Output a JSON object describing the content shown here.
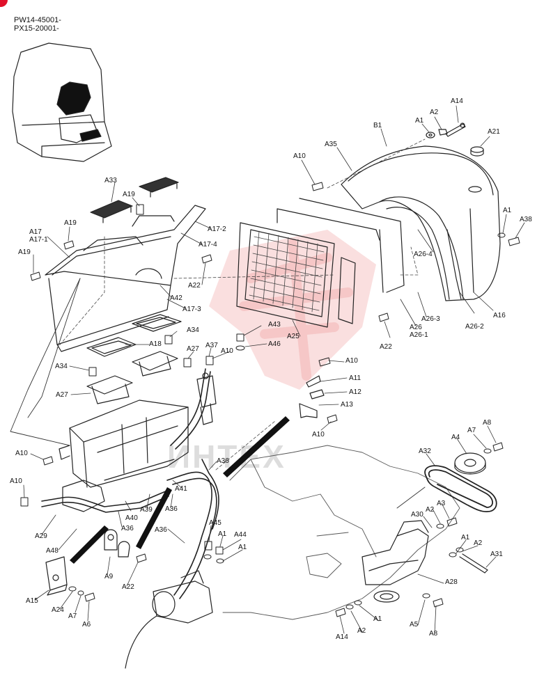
{
  "header": {
    "serials": [
      "PW14-45001-",
      "PX15-20001-"
    ]
  },
  "watermark": {
    "text": "ИНТЕХ",
    "color": "#f4b8b8"
  },
  "accent": "#e0102a",
  "labels": {
    "B1": "B1",
    "A1": "A1",
    "A2": "A2",
    "A3": "A3",
    "A4": "A4",
    "A5": "A5",
    "A6": "A6",
    "A7": "A7",
    "A8": "A8",
    "A9": "A9",
    "A10": "A10",
    "A11": "A11",
    "A12": "A12",
    "A13": "A13",
    "A14": "A14",
    "A15": "A15",
    "A16": "A16",
    "A17": "A17",
    "A17_1": "A17-1",
    "A17_2": "A17-2",
    "A17_3": "A17-3",
    "A17_4": "A17-4",
    "A18": "A18",
    "A19": "A19",
    "A21": "A21",
    "A22": "A22",
    "A24": "A24",
    "A25": "A25",
    "A26": "A26",
    "A26_1": "A26-1",
    "A26_2": "A26-2",
    "A26_3": "A26-3",
    "A26_4": "A26-4",
    "A27": "A27",
    "A28": "A28",
    "A29": "A29",
    "A30": "A30",
    "A31": "A31",
    "A32": "A32",
    "A33": "A33",
    "A34": "A34",
    "A35": "A35",
    "A36": "A36",
    "A37": "A37",
    "A38": "A38",
    "A39": "A39",
    "A40": "A40",
    "A41": "A41",
    "A42": "A42",
    "A43": "A43",
    "A44": "A44",
    "A45": "A45",
    "A46": "A46",
    "A48": "A48"
  }
}
